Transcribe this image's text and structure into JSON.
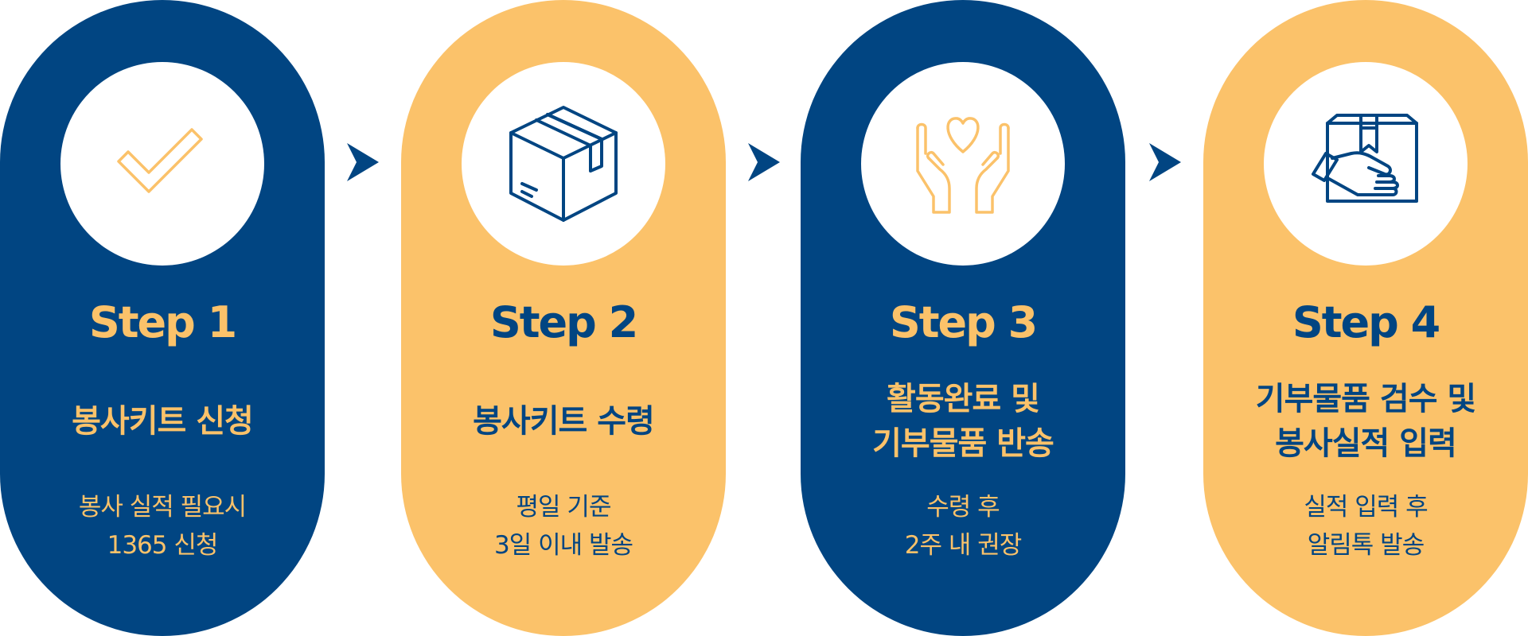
{
  "colors": {
    "navy": "#014582",
    "yellow": "#FBC26A",
    "white": "#ffffff"
  },
  "steps": [
    {
      "title": "Step 1",
      "desc": [
        "봉사키트 신청"
      ],
      "note": [
        "봉사 실적 필요시",
        "1365 신청"
      ],
      "icon": "checkmark-icon",
      "theme": "navy"
    },
    {
      "title": "Step 2",
      "desc": [
        "봉사키트 수령"
      ],
      "note": [
        "평일 기준",
        "3일 이내 발송"
      ],
      "icon": "box-icon",
      "theme": "yellow"
    },
    {
      "title": "Step 3",
      "desc": [
        "활동완료 및",
        "기부물품 반송"
      ],
      "note": [
        "수령 후",
        "2주 내 권장"
      ],
      "icon": "hands-heart-icon",
      "theme": "navy"
    },
    {
      "title": "Step 4",
      "desc": [
        "기부물품 검수 및",
        "봉사실적 입력"
      ],
      "note": [
        "실적 입력 후",
        "알림톡 발송"
      ],
      "icon": "hand-box-icon",
      "theme": "yellow"
    }
  ],
  "arrows": [
    "chevron-right-icon",
    "chevron-right-icon",
    "chevron-right-icon"
  ]
}
